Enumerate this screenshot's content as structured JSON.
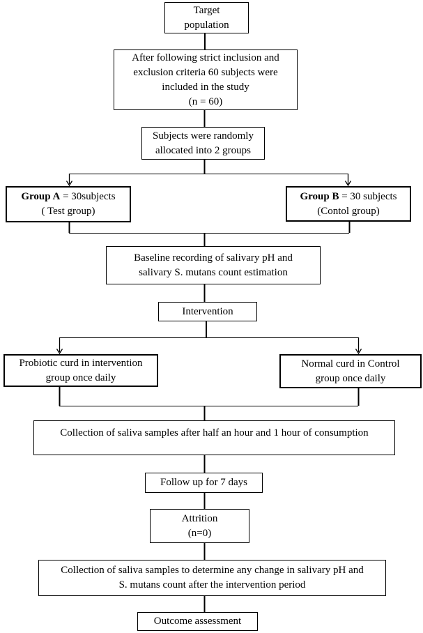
{
  "figure": {
    "type": "flowchart"
  },
  "nodes": {
    "target": {
      "line1": "Target",
      "line2": "population"
    },
    "criteria": {
      "line1": "After following strict inclusion and",
      "line2": "exclusion criteria 60 subjects were",
      "line3": "included in the study",
      "line4": "(n = 60)"
    },
    "allocation": {
      "line1": "Subjects were randomly",
      "line2": "allocated into 2 groups"
    },
    "group_a": {
      "bold": "Group A",
      "rest": " = 30subjects",
      "line2": "( Test group)"
    },
    "group_b": {
      "bold": "Group B",
      "rest": " = 30 subjects",
      "line2": "(Contol group)"
    },
    "baseline": {
      "line1": "Baseline recording of salivary pH and",
      "line2": "salivary S. mutans count estimation"
    },
    "intervention": {
      "line1": "Intervention"
    },
    "probiotic": {
      "line1": "Probiotic curd in intervention",
      "line2": "group once daily"
    },
    "normal": {
      "line1": "Normal curd in Control",
      "line2": "group once daily"
    },
    "collection1": {
      "line1": "Collection of saliva samples after half an hour and 1 hour of consumption"
    },
    "followup": {
      "line1": "Follow up for 7 days"
    },
    "attrition": {
      "line1": "Attrition",
      "line2": "(n=0)"
    },
    "collection2": {
      "line1": "Collection of saliva samples to determine any change in salivary pH and",
      "line2": "S. mutans count after the intervention period"
    },
    "outcome": {
      "line1": "Outcome assessment"
    }
  },
  "colors": {
    "line": "#000000",
    "background": "#ffffff"
  }
}
